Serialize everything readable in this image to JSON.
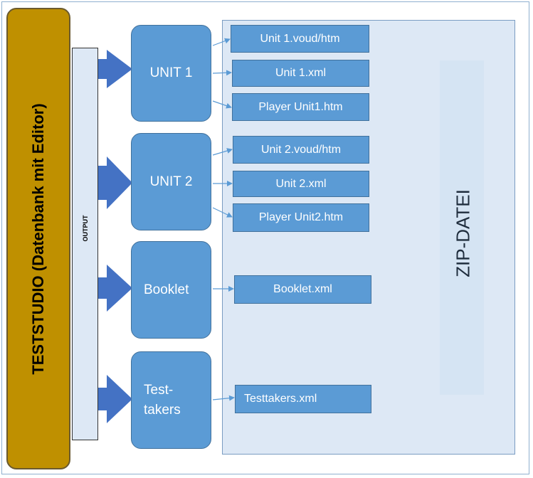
{
  "studio": {
    "label": "TESTSTUDIO (Datenbank mit Editor)",
    "color": "#bf9000"
  },
  "output": {
    "label": "OUTPUT"
  },
  "zip": {
    "label": "ZIP-DATEI"
  },
  "units": [
    {
      "label": "UNIT 1",
      "files": [
        "Unit 1.voud/htm",
        "Unit 1.xml",
        "Player Unit1.htm"
      ]
    },
    {
      "label": "UNIT 2",
      "files": [
        "Unit 2.voud/htm",
        "Unit 2.xml",
        "Player Unit2.htm"
      ]
    },
    {
      "label": "Booklet",
      "files": [
        "Booklet.xml"
      ]
    },
    {
      "label": "Test-\ntakers",
      "files": [
        "Testtakers.xml"
      ]
    }
  ],
  "colors": {
    "box_fill": "#5b9bd5",
    "box_border": "#41719c",
    "arrow_fill": "#4472c4",
    "zip_fill": "#dde8f5"
  }
}
